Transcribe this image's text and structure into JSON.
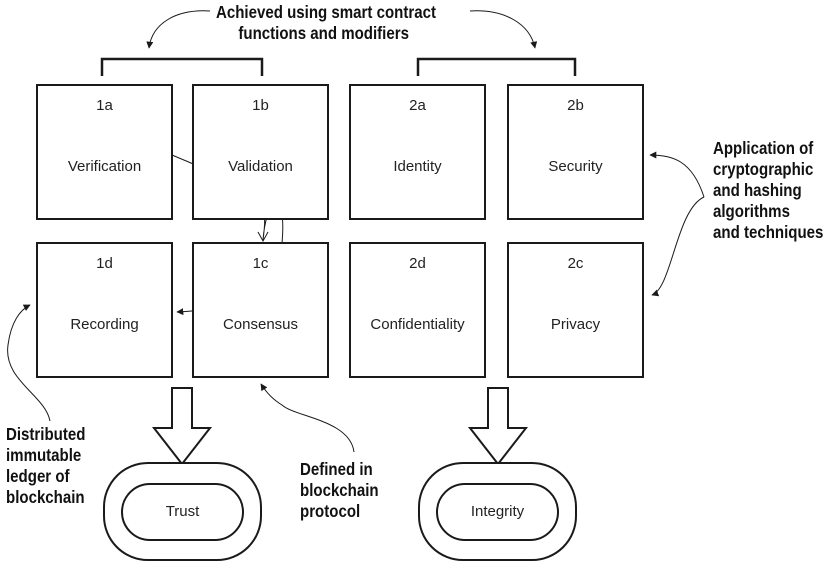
{
  "boxes": [
    {
      "id": "1a",
      "label": "Verification"
    },
    {
      "id": "1b",
      "label": "Validation"
    },
    {
      "id": "2a",
      "label": "Identity"
    },
    {
      "id": "2b",
      "label": "Security"
    },
    {
      "id": "1d",
      "label": "Recording"
    },
    {
      "id": "1c",
      "label": "Consensus"
    },
    {
      "id": "2d",
      "label": "Confidentiality"
    },
    {
      "id": "2c",
      "label": "Privacy"
    }
  ],
  "outcomes": {
    "trust": "Trust",
    "integrity": "Integrity"
  },
  "annotations": {
    "top": [
      "Achieved using smart contract",
      "functions and modifiers"
    ],
    "right": [
      "Application of",
      "cryptographic",
      "and hashing",
      "algorithms",
      "and techniques"
    ],
    "left": [
      "Distributed",
      "immutable",
      "ledger of",
      "blockchain"
    ],
    "middle": [
      "Defined in",
      "blockchain",
      "protocol"
    ]
  },
  "colors": {
    "stroke": "#1a1a1a",
    "text": "#222222",
    "background": "#ffffff"
  }
}
